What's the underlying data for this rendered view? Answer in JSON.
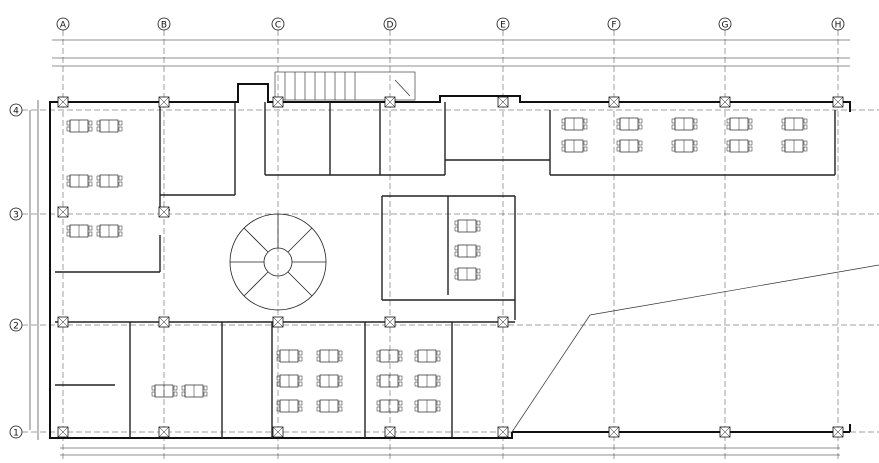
{
  "axes_top": [
    "A",
    "B",
    "C",
    "D",
    "E",
    "F",
    "G",
    "H"
  ],
  "axes_left": [
    "4",
    "3",
    "2",
    "1"
  ],
  "room_labels": [],
  "watermark": []
}
